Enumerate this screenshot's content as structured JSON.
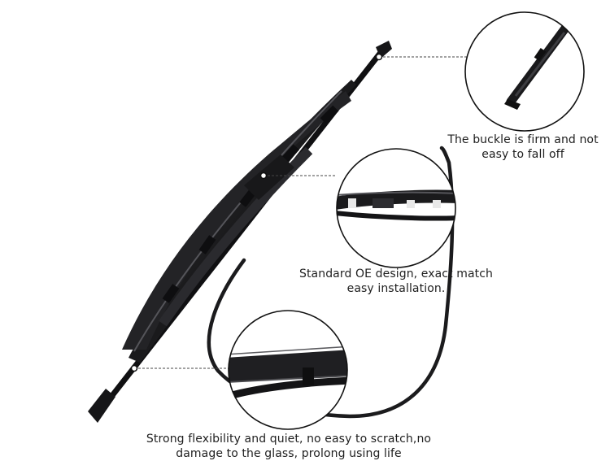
{
  "callouts": [
    {
      "lines": [
        "The buckle is firm and not",
        "easy to fall off"
      ]
    },
    {
      "lines": [
        "Standard OE design, exact match",
        "easy installation."
      ]
    },
    {
      "lines": [
        "Strong flexibility and quiet, no easy to scratch,no",
        "damage to the glass, prolong using life"
      ]
    }
  ],
  "colors": {
    "blade": "#1c1c1e",
    "blade_highlight": "#4a4a4e",
    "circle_border": "#111111",
    "leader_line": "#444444",
    "text": "#1e1e1e"
  }
}
